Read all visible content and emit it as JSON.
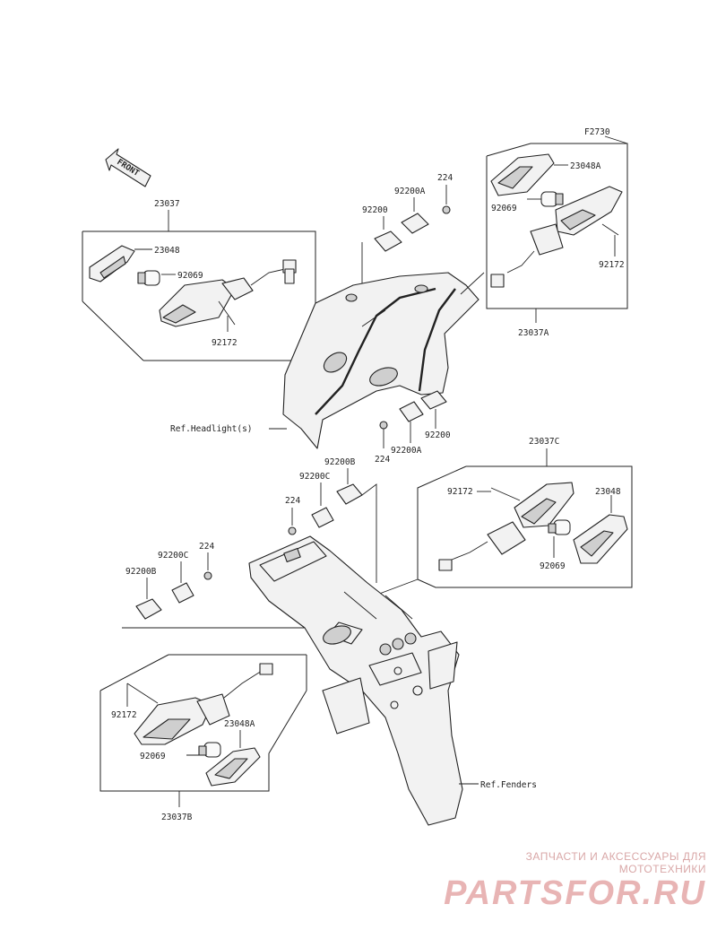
{
  "figure_code": "F2730",
  "front_label": "FRONT",
  "callouts": {
    "top_left": {
      "assembly": "23037",
      "lens": "23048",
      "bulb": "92069",
      "screw": "92172"
    },
    "top_right": {
      "assembly": "23037A",
      "lens": "23048A",
      "bulb": "92069",
      "screw": "92172"
    },
    "upper_center": {
      "plate_left": "92200",
      "plate_right": "92200A",
      "bolt": "224"
    },
    "headlight_lower": {
      "plate": "92200",
      "plate_a": "92200A",
      "bolt": "224"
    },
    "headlight_ref": "Ref.Headlight(s)",
    "mid_center": {
      "plate_b": "92200B",
      "plate_c": "92200C",
      "bolt": "224"
    },
    "mid_left": {
      "plate_c": "92200C",
      "bolt": "224",
      "plate_b": "92200B"
    },
    "middle_right": {
      "assembly": "23037C",
      "screw": "92172",
      "lens": "23048",
      "bulb": "92069"
    },
    "bottom_left": {
      "assembly": "23037B",
      "screw": "92172",
      "lens": "23048A",
      "bulb": "92069"
    },
    "fenders_ref": "Ref.Fenders"
  },
  "watermark": {
    "subtitle": "ЗАПЧАСТИ И АКСЕССУАРЫ ДЛЯ МОТОТЕХНИКИ",
    "brand": "PARTSFOR.RU"
  }
}
